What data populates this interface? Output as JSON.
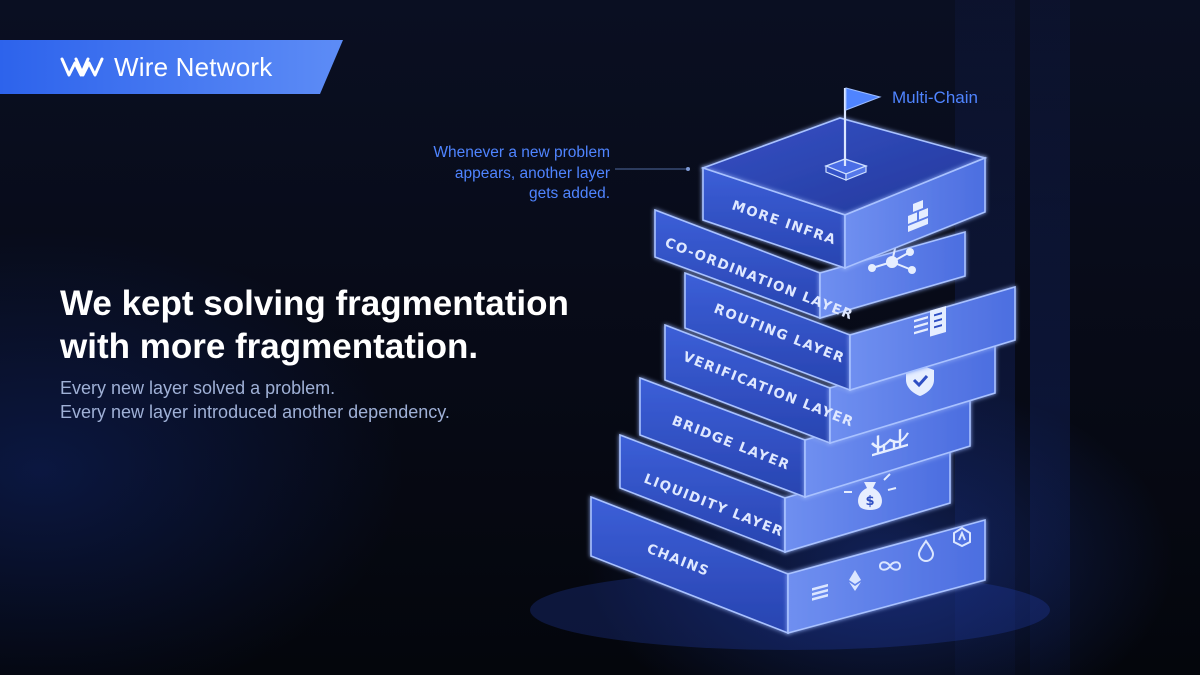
{
  "brand": {
    "name": "Wire Network",
    "logo_icon": "wire-network-logo-icon"
  },
  "headline": {
    "line1": "We kept solving fragmentation",
    "line2": "with more fragmentation."
  },
  "subtext": {
    "line1": "Every new layer solved a problem.",
    "line2": "Every new layer introduced another dependency."
  },
  "annotation": {
    "line1": "Whenever a new problem",
    "line2": "appears, another layer",
    "line3": "gets added."
  },
  "flag_label": "Multi-Chain",
  "layers": {
    "more_infra": "MORE INFRA",
    "coordination": "CO-ORDINATION LAYER",
    "routing": "ROUTING LAYER",
    "verification": "VERIFICATION LAYER",
    "bridge": "BRIDGE LAYER",
    "liquidity": "LIQUIDITY LAYER",
    "chains": "CHAINS"
  },
  "icons": {
    "more_infra": "boxes-icon",
    "coordination": "network-nodes-icon",
    "routing": "routing-arrows-icon",
    "verification": "shield-check-icon",
    "bridge": "bridge-icon",
    "liquidity": "money-bag-icon",
    "chains": [
      "solana-icon",
      "ethereum-icon",
      "infinity-icon",
      "drop-icon",
      "chain-logo-icon"
    ]
  },
  "colors": {
    "accent": "#2d63ec",
    "accent_light": "#5d8cf6",
    "annotation_blue": "#4f84ff",
    "background": "#070a16",
    "layer_face": "#2f4fc4",
    "layer_edge": "#9bb8ff"
  }
}
